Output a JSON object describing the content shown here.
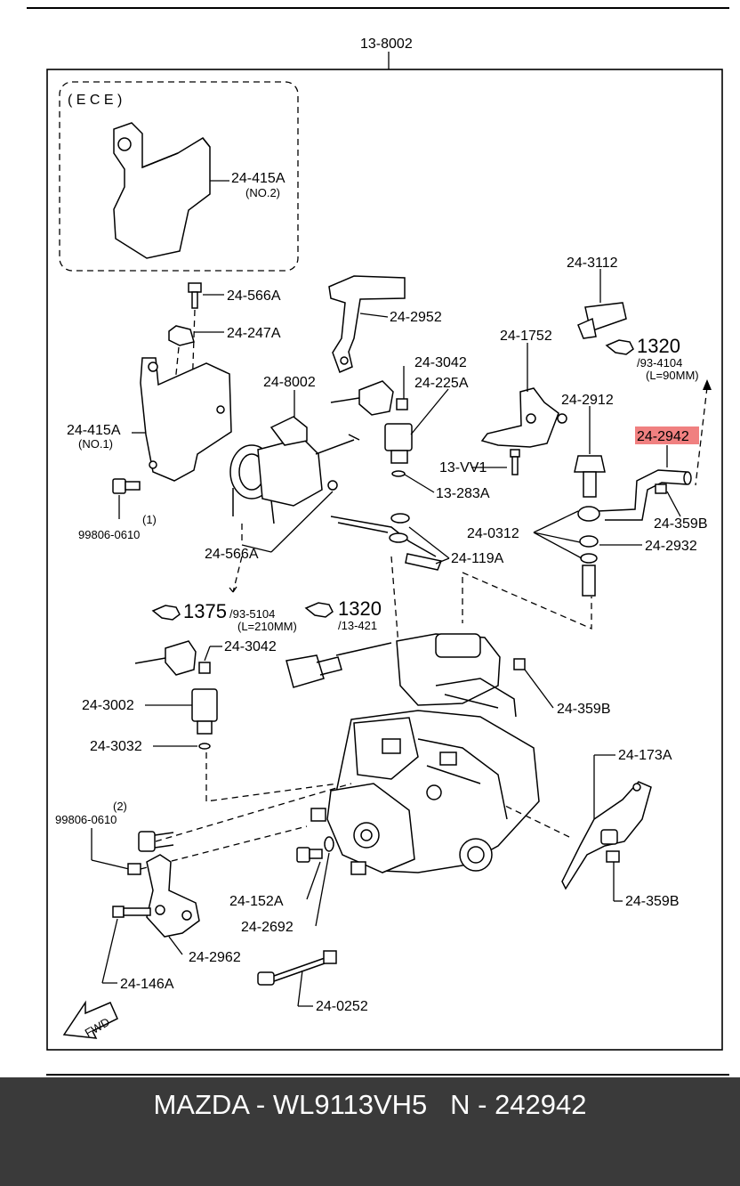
{
  "diagram": {
    "top_label": "13-8002",
    "ece_label": "( E C E )",
    "labels": {
      "p24_415a_no2": "24-415A",
      "no2": "(NO.2)",
      "p24_566a_top": "24-566A",
      "p24_247a": "24-247A",
      "p24_415a_no1": "24-415A",
      "no1": "(NO.1)",
      "p99806_1_idx": "(1)",
      "p99806_1": "99806-0610",
      "p24_2952": "24-2952",
      "p24_8002": "24-8002",
      "p24_3042_top": "24-3042",
      "p24_225a": "24-225A",
      "p13_vv1": "13-VV1",
      "p13_283a": "13-283A",
      "p24_566a_mid": "24-566A",
      "p24_119a": "24-119A",
      "p24_3112": "24-3112",
      "p24_1752": "24-1752",
      "p24_2912": "24-2912",
      "p24_2942": "24-2942",
      "p24_359b_1": "24-359B",
      "p24_0312": "24-0312",
      "p24_2932": "24-2932",
      "p24_3042_mid": "24-3042",
      "p24_3002": "24-3002",
      "p24_3032": "24-3032",
      "p24_359b_2": "24-359B",
      "p99806_2_idx": "(2)",
      "p99806_2": "99806-0610",
      "p24_173a": "24-173A",
      "p24_152a": "24-152A",
      "p24_2692": "24-2692",
      "p24_359b_3": "24-359B",
      "p24_2962": "24-2962",
      "p24_146a": "24-146A",
      "p24_0252": "24-0252",
      "fwd": "FWD"
    },
    "refs": {
      "ref1320_a": {
        "num": "1320",
        "sub": "/93-4104",
        "note": "(L=90MM)"
      },
      "ref1375": {
        "num": "1375",
        "sub": "/93-5104",
        "note": "(L=210MM)"
      },
      "ref1320_b": {
        "num": "1320",
        "sub": "/13-421"
      }
    },
    "highlight_color": "#f08080"
  },
  "footer": {
    "text": "MAZDA - WL9113VH5   N - 242942"
  }
}
